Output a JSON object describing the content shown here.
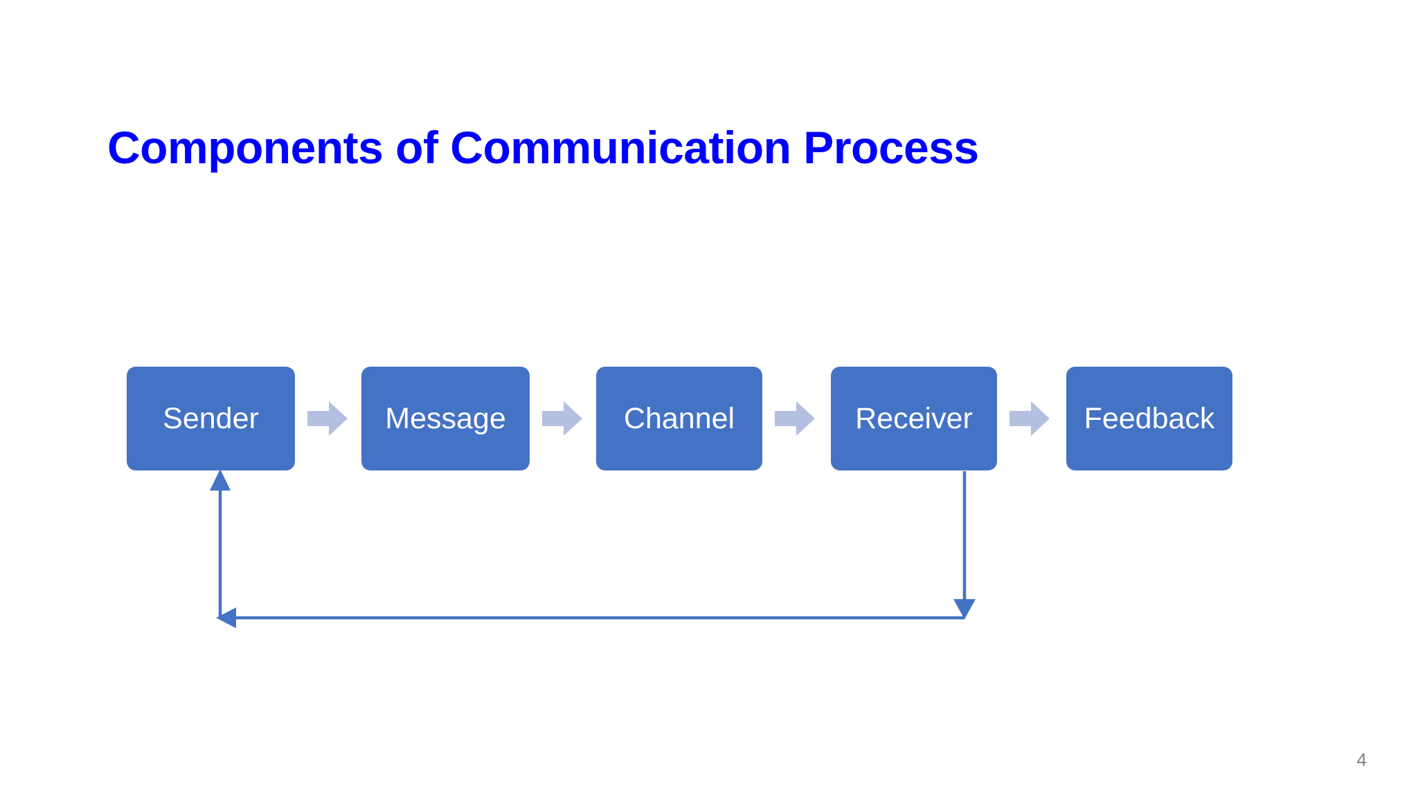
{
  "slide": {
    "title": "Components of Communication Process",
    "title_color": "#0000FF",
    "background_color": "#FFFFFF",
    "page_number": "4"
  },
  "diagram": {
    "type": "linear-process-flow-with-feedback-loop",
    "box_fill_color": "#4472C4",
    "box_text_color": "#FFFFFF",
    "connector_arrow_color": "#B4C0E0",
    "feedback_line_color": "#4472C4",
    "steps": [
      {
        "label": "Sender"
      },
      {
        "label": "Message"
      },
      {
        "label": "Channel"
      },
      {
        "label": "Receiver"
      },
      {
        "label": "Feedback"
      }
    ],
    "connectors": [
      {
        "from": "Sender",
        "to": "Message",
        "icon": "right-arrow-icon"
      },
      {
        "from": "Message",
        "to": "Channel",
        "icon": "right-arrow-icon"
      },
      {
        "from": "Channel",
        "to": "Receiver",
        "icon": "right-arrow-icon"
      },
      {
        "from": "Receiver",
        "to": "Feedback",
        "icon": "right-arrow-icon"
      }
    ],
    "feedback_loop": {
      "from": "Receiver",
      "to": "Sender",
      "description": "Return path from Receiver down, left, and up into Sender"
    }
  }
}
